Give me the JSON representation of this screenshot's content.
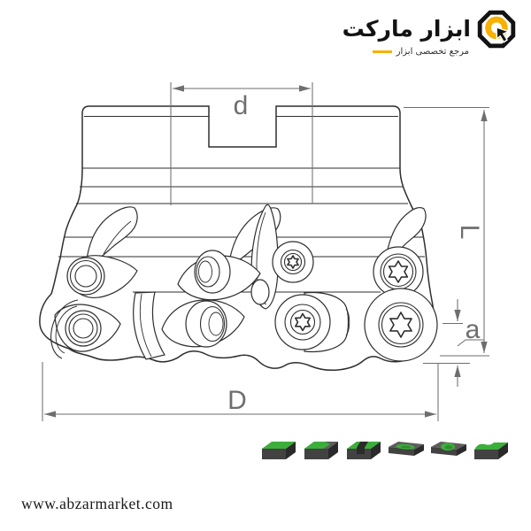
{
  "logo": {
    "title": "ابزار مارکت",
    "subtitle": "مرجع تخصصی ابزار",
    "accent_color": "#f7b100",
    "icon": "octagon-cursor-icon"
  },
  "drawing": {
    "subject": "face-milling-cutter-technical-drawing",
    "line_color": "#2e2e2e",
    "dim_color": "#6e6e6e",
    "dimension_labels": {
      "top": "d",
      "right": "L",
      "offset": "a",
      "bottom": "D"
    }
  },
  "insert_icons": {
    "green": "#3cae3a",
    "dark": "#424242",
    "items": [
      {
        "name": "face-milling-icon"
      },
      {
        "name": "shoulder-milling-icon"
      },
      {
        "name": "slot-milling-icon"
      },
      {
        "name": "pocket-milling-icon"
      },
      {
        "name": "circular-pocket-milling-icon"
      },
      {
        "name": "profile-milling-icon"
      }
    ]
  },
  "footer": {
    "website": "www.abzarmarket.com"
  }
}
